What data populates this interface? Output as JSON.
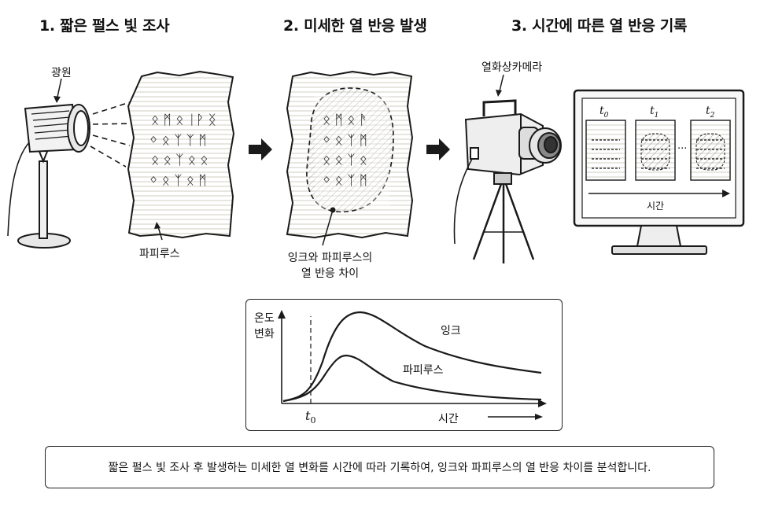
{
  "steps": [
    {
      "title": "1. 짧은 펄스 빛 조사"
    },
    {
      "title": "2. 미세한 열 반응 발생"
    },
    {
      "title": "3. 시간에 따른 열 반응 기록"
    }
  ],
  "labels": {
    "light_source": "광원",
    "papyrus": "파피루스",
    "difference_line1": "잉크와 파피루스의",
    "difference_line2": "열 반응 차이",
    "thermal_camera": "열화상카메라",
    "monitor_time_axis": "시간",
    "monitor_frames": [
      "t",
      "t",
      "t"
    ],
    "monitor_frame_subs": [
      "0",
      "1",
      "2"
    ],
    "monitor_ellipsis": "..."
  },
  "graph": {
    "ylabel_line1": "온도",
    "ylabel_line2": "변화",
    "xlabel": "시간",
    "t0_main": "t",
    "t0_sub": "0",
    "ink_label": "잉크",
    "papyrus_label": "파피루스"
  },
  "summary": "짧은 펄스 빛 조사 후 발생하는 미세한 열 변화를 시간에 따라 기록하여, 잉크와 파피루스의 열 반응 차이를 분석합니다.",
  "colors": {
    "stroke": "#1a1a1a",
    "paper": "#f7f5f0"
  }
}
